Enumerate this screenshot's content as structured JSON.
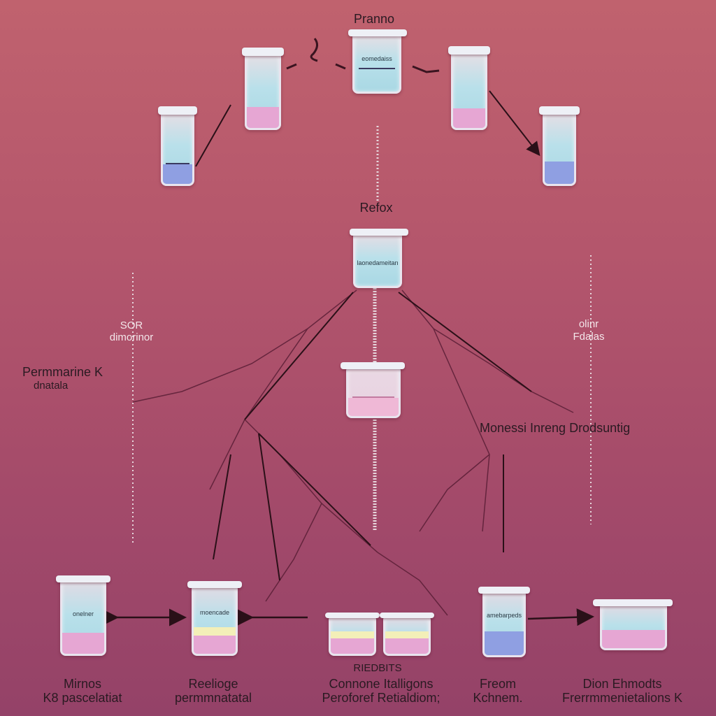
{
  "labels": {
    "top": "Pranno",
    "center": "Refox",
    "left_top_a": "SOR",
    "left_top_b": "dimorinor",
    "left_mid_a": "Permmarine K",
    "left_mid_b": "dnatala",
    "right_top_a": "olinr",
    "right_top_b": "Fdalas",
    "middle_row": "Monessi  Inreng  Drodsuntig",
    "bottom_center_small": "RIEDBITS",
    "b1_a": "Mirnos",
    "b1_b": "K8 pascelatiat",
    "b2_a": "Reelioge",
    "b2_b": "permmnatatal",
    "b3_a": "Connone Italligons",
    "b3_b": "Peroforef Retialdiom;",
    "b4_a": "Freom",
    "b4_b": "Kchnem.",
    "b5_a": "Dion Ehmodts",
    "b5_b": "Frerrmmenietalions K"
  },
  "vessel_tags": {
    "top_center": "eomedaiss",
    "center_upper": "laonedameitan",
    "center_lower": "",
    "bottom_1": "onelner",
    "bottom_2": "moencade",
    "bottom_4": "amebarpeds"
  },
  "colors": {
    "background": "#b4566c",
    "liquid_pink": "#e6a6d3",
    "liquid_blue": "#8f9fe2",
    "liquid_cyan": "#a9d8e4",
    "liquid_yellow": "#f3efb8",
    "arrow": "#2a1018"
  }
}
